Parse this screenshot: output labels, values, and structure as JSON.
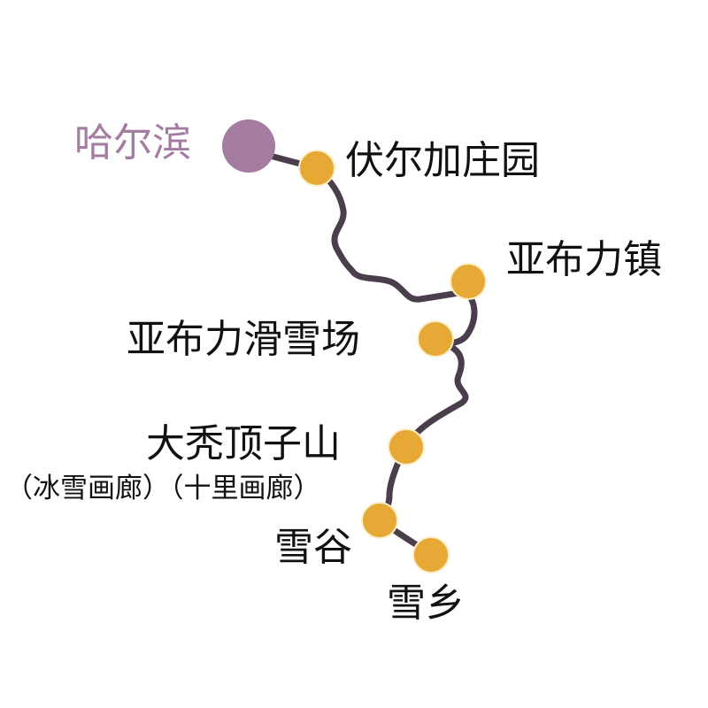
{
  "colors": {
    "route": "#4a3e4c",
    "station": "#e7a935",
    "station_stroke": "#fbeec8",
    "origin": "#a47ba1"
  },
  "origin": {
    "label": "哈尔滨"
  },
  "stations": [
    {
      "label": "伏尔加庄园"
    },
    {
      "label": "亚布力镇"
    },
    {
      "label": "亚布力滑雪场"
    },
    {
      "label": "大秃顶子山",
      "note": "（冰雪画廊）（十里画廊）"
    },
    {
      "label": "雪谷"
    },
    {
      "label": "雪乡"
    }
  ]
}
